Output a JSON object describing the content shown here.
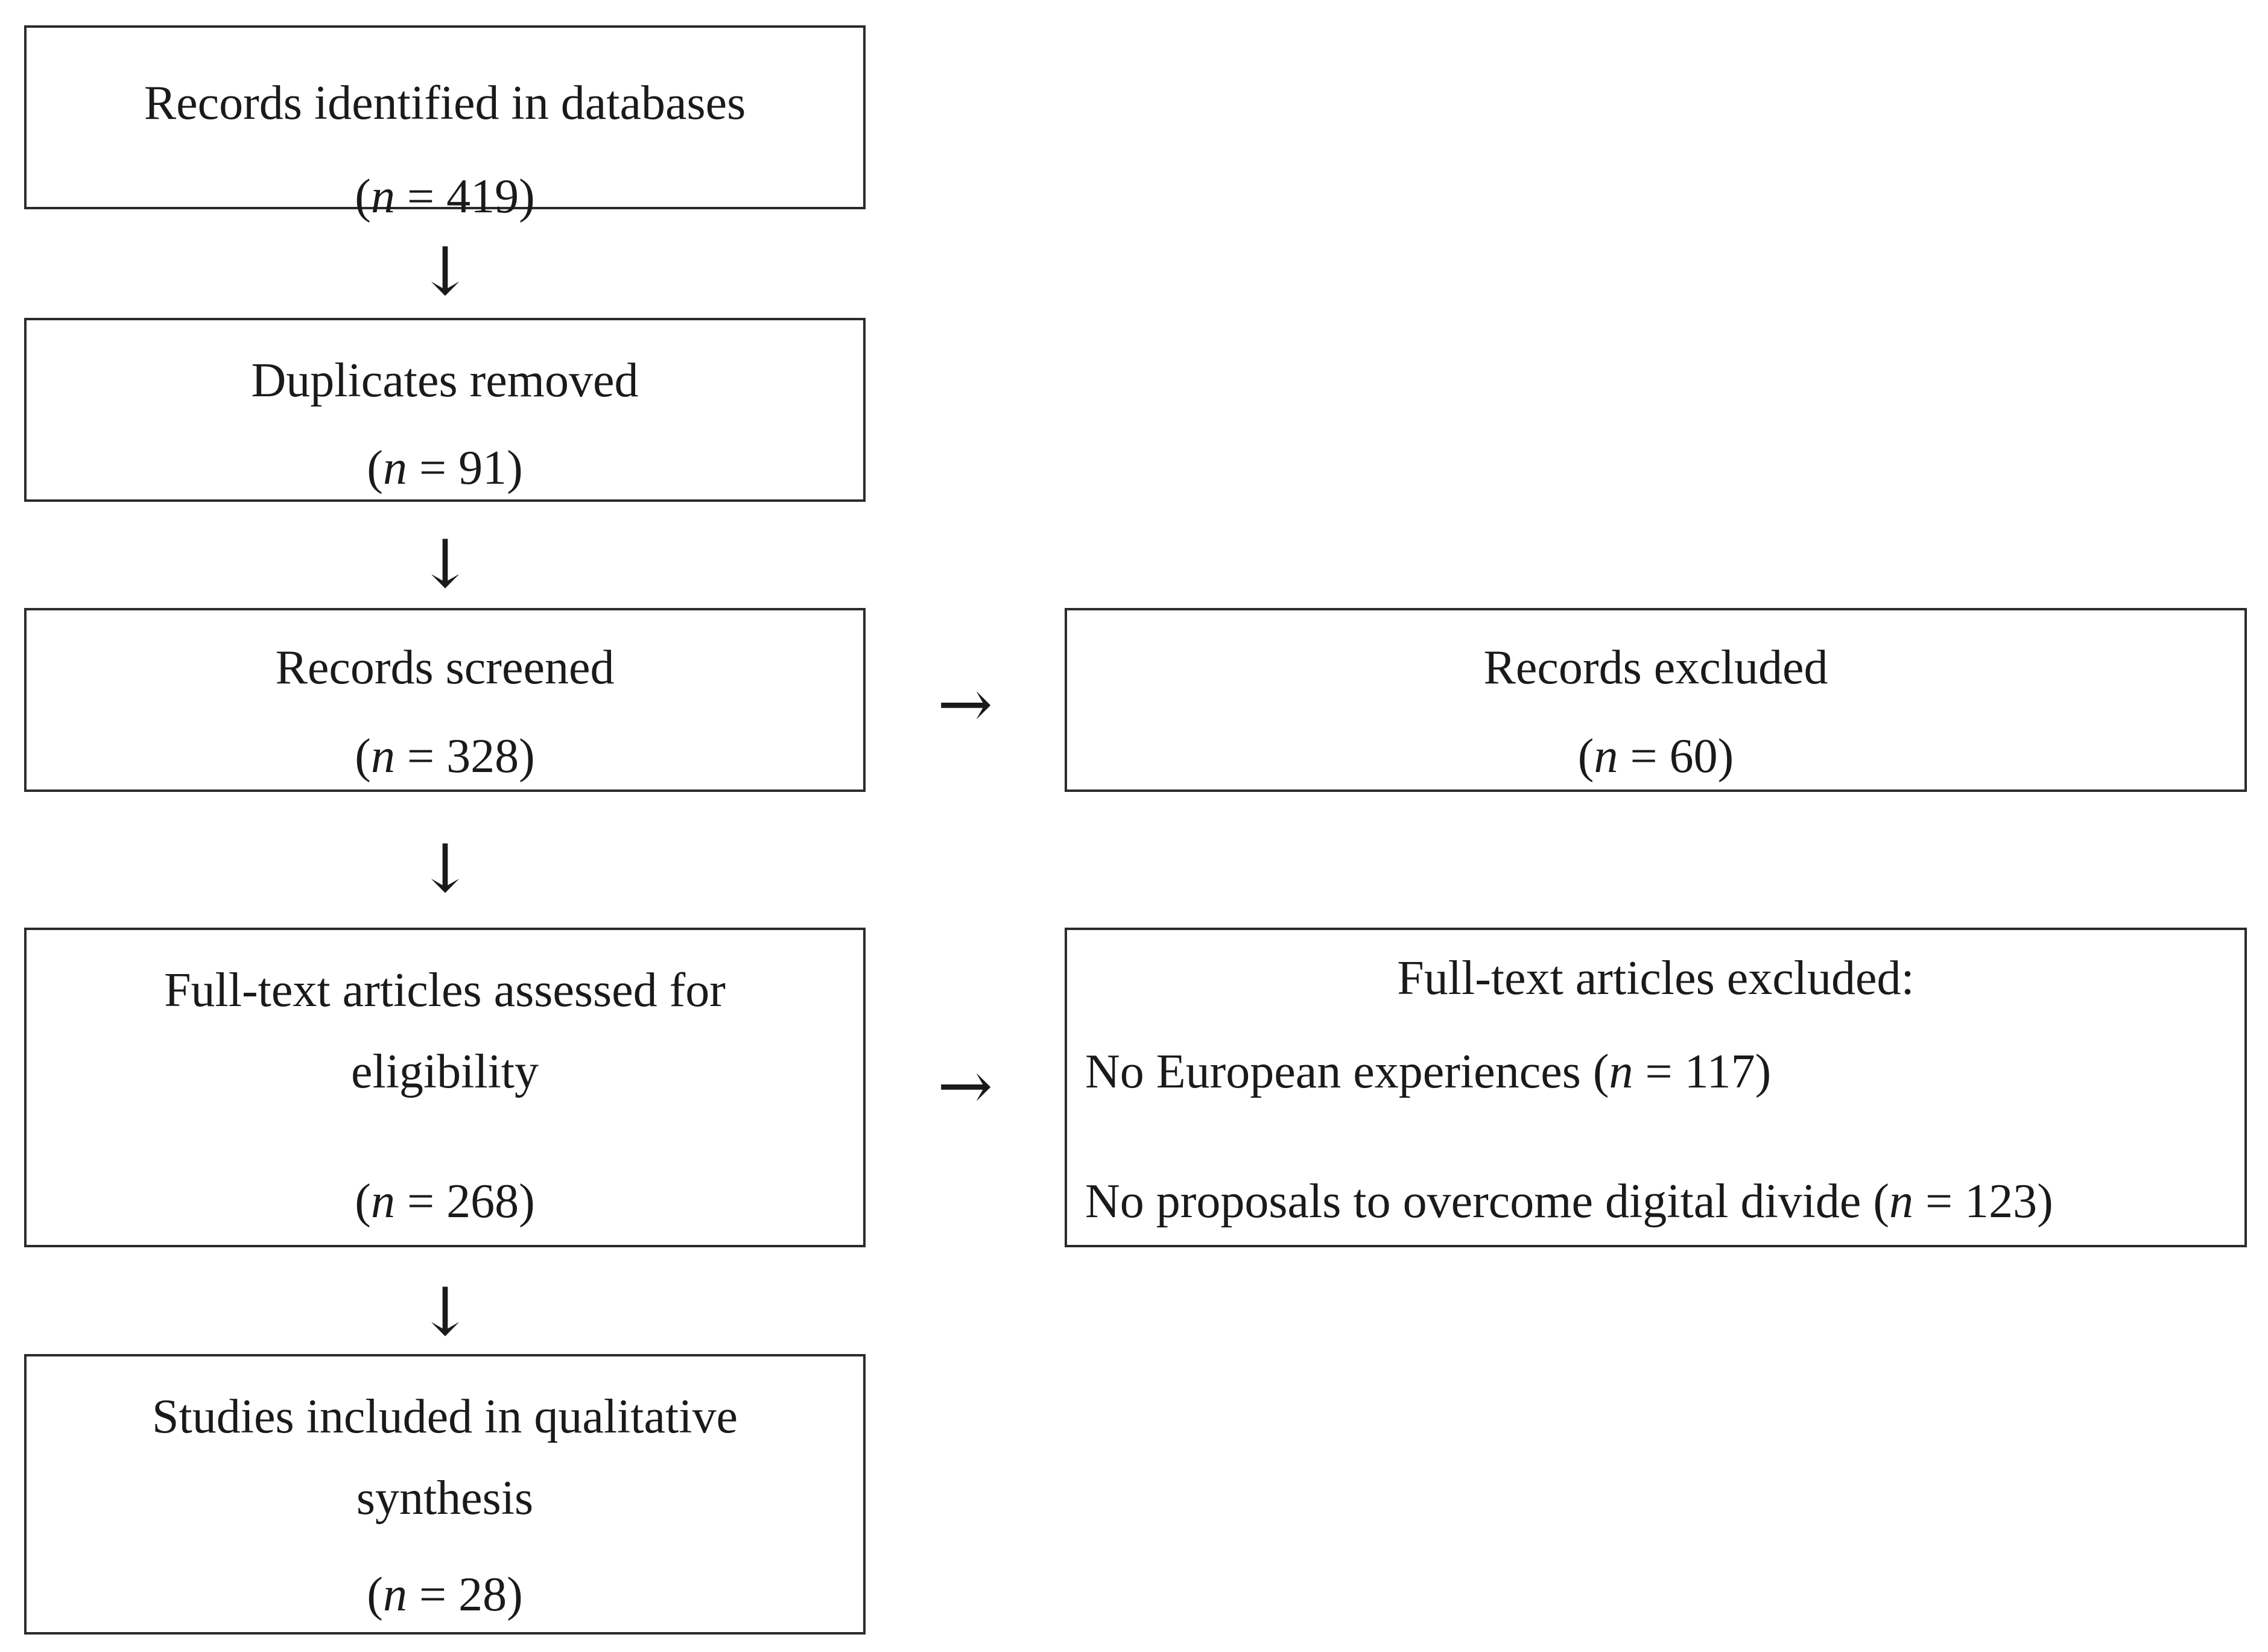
{
  "boxes": {
    "identified": {
      "label": "Records identified in databases",
      "n": "419"
    },
    "duplicates": {
      "label": "Duplicates removed",
      "n": "91"
    },
    "screened": {
      "label": "Records screened",
      "n": "328"
    },
    "excluded": {
      "label": "Records excluded",
      "n": "60"
    },
    "fulltext": {
      "label_line1": "Full-text articles assessed for",
      "label_line2": "eligibility",
      "n": "268"
    },
    "fulltext_excluded": {
      "title": "Full-text articles excluded:",
      "reasons": [
        {
          "label": "No European experiences",
          "n": "117"
        },
        {
          "label": "No proposals to overcome digital divide",
          "n": "123"
        }
      ]
    },
    "included": {
      "label_line1": "Studies included in qualitative",
      "label_line2": "synthesis",
      "n": "28"
    }
  },
  "symbols": {
    "n_var": "n",
    "equals": " = ",
    "open": "(",
    "close": ")",
    "arrow_down": "↓",
    "arrow_right": "→"
  }
}
